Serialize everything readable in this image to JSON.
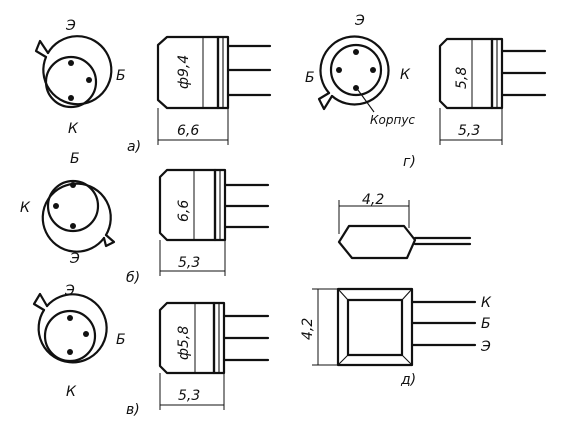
{
  "variants": {
    "a": {
      "tag": "а)",
      "pins": {
        "top": "Э",
        "right": "Б",
        "bottom": "К"
      },
      "diameter": "ф9,4",
      "length": "6,6"
    },
    "b": {
      "tag": "б)",
      "pins": {
        "top": "Б",
        "left": "К",
        "bottom": "Э"
      },
      "diameter": "6,6",
      "length": "5,3"
    },
    "v": {
      "tag": "в)",
      "pins": {
        "top": "Э",
        "right": "Б",
        "bottom": "К"
      },
      "diameter": "ф5,8",
      "length": "5,3"
    },
    "g": {
      "tag": "г)",
      "pins": {
        "top": "Э",
        "left": "Б",
        "right": "К"
      },
      "case_label": "Корпус",
      "diameter": "5,8",
      "length": "5,3"
    },
    "d": {
      "tag": "д)",
      "width": "4,2",
      "height": "4,2",
      "leads": [
        "К",
        "Б",
        "Э"
      ]
    }
  }
}
